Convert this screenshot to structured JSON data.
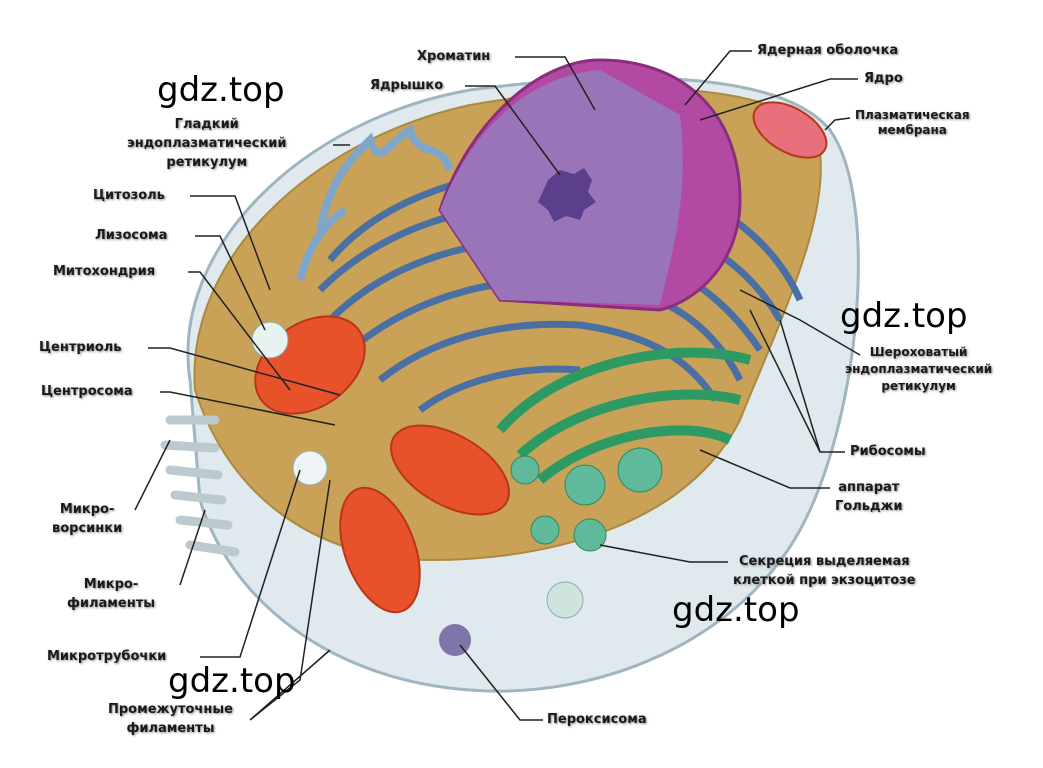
{
  "watermark": "gdz.top",
  "labels": {
    "chromatin": "Хроматин",
    "nucleolus": "Ядрышко",
    "nuclear_envelope": "Ядерная оболочка",
    "nucleus": "Ядро",
    "plasma_membrane": [
      "Плазматическая",
      "мембрана"
    ],
    "smooth_er": [
      "Гладкий",
      "эндоплазматический",
      "ретикулум"
    ],
    "cytosol": "Цитозоль",
    "lysosome": "Лизосома",
    "mitochondrion": "Митохондрия",
    "centriole": "Центриоль",
    "centrosome": "Центросома",
    "microvilli": [
      "Микро-",
      "ворсинки"
    ],
    "microfilaments": [
      "Микро-",
      "филаменты"
    ],
    "microtubules": "Микротрубочки",
    "intermediate_filaments": [
      "Промежуточные",
      "филаменты"
    ],
    "peroxisome": "Пероксисома",
    "secretion": [
      "Секреция выделяемая",
      "клеткой при экзоцитозе"
    ],
    "golgi": [
      "аппарат",
      "Гольджи"
    ],
    "ribosomes": "Рибосомы",
    "rough_er": [
      "Шероховатый",
      "эндоплазматический",
      "ретикулум"
    ]
  }
}
